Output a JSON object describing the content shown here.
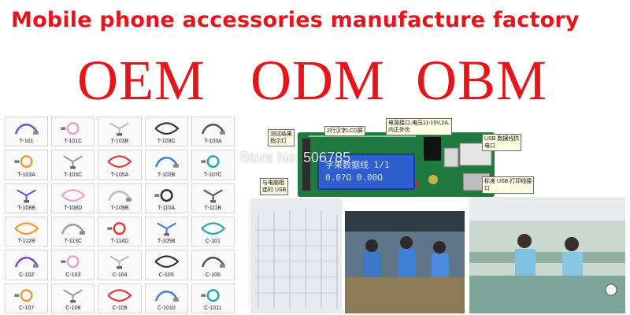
{
  "headline": "Mobile phone accessories manufacture factory",
  "services": [
    "OEM",
    "ODM",
    "OBM"
  ],
  "watermark": "Store No: 506785",
  "products": [
    "T-101",
    "T-101C",
    "T-103B",
    "T-103C",
    "T-103A",
    "T-103A",
    "T-103C",
    "T-105A",
    "T-102B",
    "T-107C",
    "T-108B",
    "T-108D",
    "T-109B",
    "T-110A",
    "T-111B",
    "T-112B",
    "T-113C",
    "T-114D",
    "T-105B",
    "C-101",
    "C-102",
    "C-103",
    "C-104",
    "C-105",
    "C-106",
    "C-107",
    "C-108",
    "C-109",
    "C-1010",
    "C-1011"
  ],
  "board": {
    "lcd_line1": "字果数据线  1/1",
    "lcd_line2": "0.0?Ω   0.00Ω",
    "annotations": {
      "test_result": "测试结果\n指示灯",
      "lcd_screen": "2行汉字LCD屏",
      "power_port": "电源接口,电压11-15V,2A,\n内正外负",
      "usb_data": "USB 数据线供\n电口",
      "pc_usb": "与电脑相\n连的 USB",
      "usb_print": "标准 USB 打印线接\n口"
    }
  },
  "colors": {
    "headline": "#e8141c",
    "board": "#1e7a3e",
    "lcd": "#2f5fcf"
  }
}
